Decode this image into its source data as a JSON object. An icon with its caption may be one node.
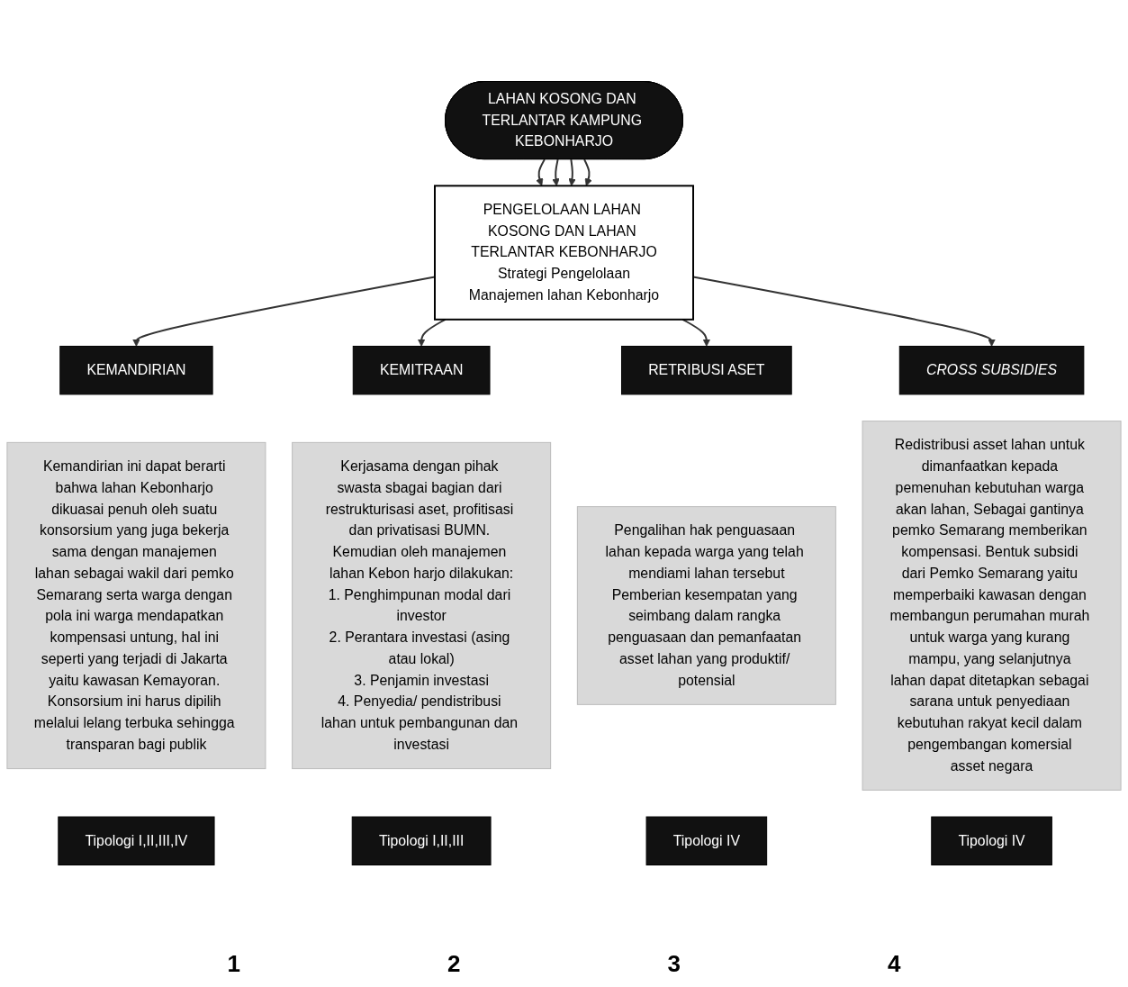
{
  "diagram": {
    "nodes": [
      {
        "text": [
          "LAHAN KOSONG DAN TERLANTAR KAMPUNG KEBONHARJO"
        ]
      },
      {
        "text": [
          "PENGELOLAAN LAHAN KOSONG DAN LAHAN TERLANTAR KEBONHARJO",
          "Strategi Pengelolaan",
          "Manajemen lahan Kebonharjo"
        ]
      },
      {
        "text": [
          "KEMANDIRIAN"
        ]
      },
      {
        "text": [
          "Kemandirian ini dapat berarti bahwa lahan Kebonharjo dikuasai penuh oleh suatu konsorsium yang juga bekerja sama dengan manajemen lahan sebagai wakil dari pemko Semarang serta warga dengan pola ini warga mendapatkan kompensasi untung, hal ini seperti yang terjadi di Jakarta yaitu kawasan Kemayoran. Konsorsium ini harus dipilih melalui lelang terbuka sehingga transparan bagi publik"
        ]
      },
      {
        "text": [
          "Tipologi I,II,III,IV"
        ]
      },
      {
        "text": [
          "KEMITRAAN"
        ]
      },
      {
        "text": [
          "Kerjasama dengan pihak swasta sbagai bagian dari restrukturisasi aset, profitisasi dan privatisasi BUMN. Kemudian oleh manajemen lahan Kebon harjo dilakukan:",
          "1. Penghimpunan modal dari investor",
          "2. Perantara investasi (asing atau lokal)",
          "3. Penjamin investasi",
          "4. Penyedia/ pendistribusi lahan untuk pembangunan dan investasi"
        ]
      },
      {
        "text": [
          "Tipologi I,II,III"
        ]
      },
      {
        "text": [
          "RETRIBUSI ASET"
        ]
      },
      {
        "text": [
          "Pengalihan hak penguasaan lahan kepada warga yang telah mendiami lahan tersebut",
          "Pemberian kesempatan yang seimbang dalam rangka penguasaan dan pemanfaatan asset lahan yang produktif/ potensial"
        ]
      },
      {
        "text": [
          "Tipologi IV"
        ]
      },
      {
        "text": [
          "CROSS SUBSIDIES"
        ]
      },
      {
        "text": [
          "Redistribusi asset lahan untuk dimanfaatkan kepada pemenuhan kebutuhan warga akan lahan, Sebagai gantinya pemko Semarang memberikan kompensasi. Bentuk subsidi dari Pemko Semarang yaitu memperbaiki kawasan dengan membangun perumahan murah untuk warga yang kurang mampu, yang selanjutnya lahan dapat ditetapkan sebagai sarana untuk penyediaan kebutuhan rakyat kecil dalam pengembangan komersial asset negara"
        ]
      },
      {
        "text": [
          "Tipologi IV"
        ]
      }
    ],
    "edges": [
      {
        "from": 0,
        "to": 1,
        "arrow": "to"
      },
      {
        "from": 0,
        "to": 1,
        "arrow": "to"
      },
      {
        "from": 0,
        "to": 1,
        "arrow": "to"
      },
      {
        "from": 0,
        "to": 1,
        "arrow": "to"
      },
      {
        "from": 1,
        "to": 2,
        "arrow": "to"
      },
      {
        "from": 1,
        "to": 5,
        "arrow": "to"
      },
      {
        "from": 1,
        "to": 8,
        "arrow": "to"
      },
      {
        "from": 1,
        "to": 11,
        "arrow": "to"
      }
    ],
    "labels": [
      "1",
      "2",
      "3",
      "4"
    ]
  }
}
